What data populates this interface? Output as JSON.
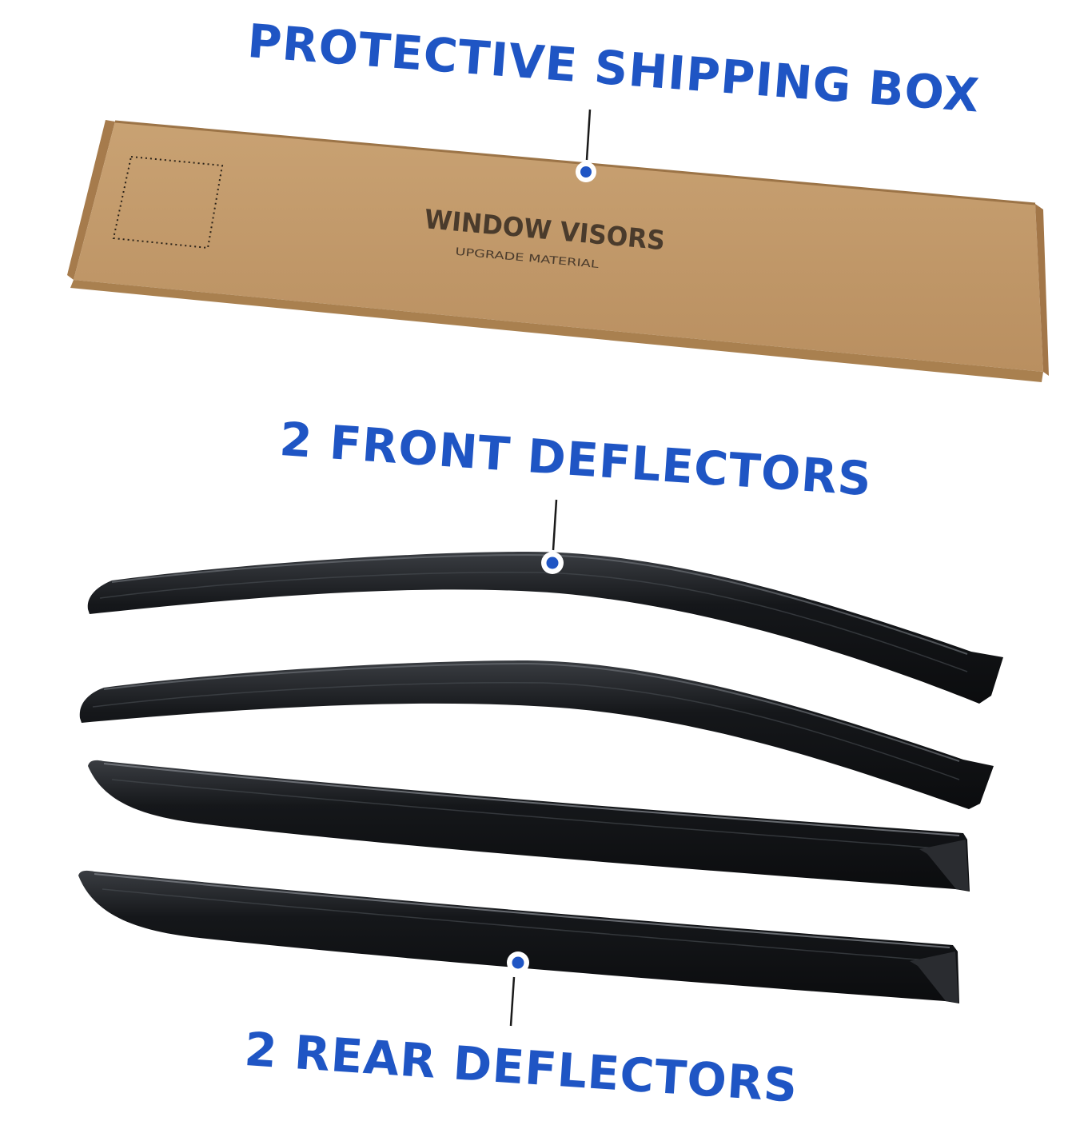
{
  "accent_color": "#1f55c4",
  "callouts": {
    "box": "PROTECTIVE SHIPPING BOX",
    "front": "2 FRONT DEFLECTORS",
    "rear": "2 REAR DEFLECTORS"
  },
  "box": {
    "brand": "WINDOW VISORS",
    "tagline": "UPGRADE MATERIAL",
    "color": "#c49a6c"
  },
  "deflector_color": "#15171a"
}
